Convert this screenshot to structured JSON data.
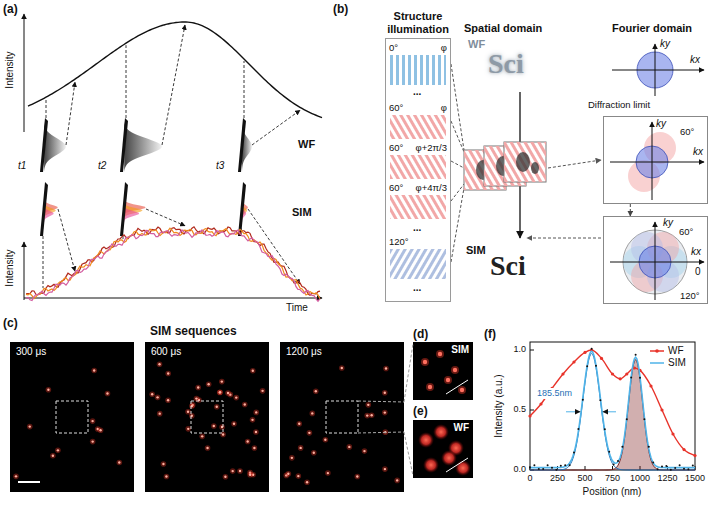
{
  "diagram": {
    "nodes": [
      {
        "text": [
          "Structure illumination"
        ]
      },
      {
        "text": [
          "0°",
          "φ"
        ],
        "in": 0
      },
      {
        "text": [
          "60°",
          "φ"
        ],
        "in": 0
      },
      {
        "text": [
          "60°",
          "φ+2π/3"
        ],
        "in": 0
      },
      {
        "text": [
          "60°",
          "φ+4π/3"
        ],
        "in": 0
      },
      {
        "text": [
          "120°"
        ],
        "in": 0
      },
      {
        "text": [
          "ky",
          "kx",
          "60°"
        ]
      },
      {
        "text": [
          "ky",
          "kx",
          "60°",
          "0",
          "120°"
        ]
      },
      {
        "text": [
          "300 μs"
        ]
      },
      {
        "text": [
          "600 μs"
        ]
      },
      {
        "text": [
          "1200 μs"
        ]
      },
      {
        "text": [
          "SIM"
        ]
      },
      {
        "text": [
          "WF"
        ]
      }
    ],
    "edges": [
      {
        "from": 6,
        "to": 7,
        "arrow": "to"
      },
      {
        "from": 10,
        "to": 11,
        "arrow": "none"
      },
      {
        "from": 10,
        "to": 12,
        "arrow": "none"
      }
    ],
    "labels": [
      "(a)",
      "Intensity",
      "WF",
      "t1",
      "t2",
      "t3",
      "SIM",
      "Intensity",
      "Time",
      "(b)",
      "Spatial domain",
      "Fourier domain",
      "WF",
      "Sci",
      "...",
      "...",
      "...",
      "ky",
      "kx",
      "Diffraction limit",
      "SIM",
      "Sci",
      "(c)",
      "SIM sequences",
      "(d)",
      "(e)",
      "(f)",
      "185.5nm",
      "Intensity (a.u.)",
      "Position (nm)",
      "0.0",
      "0.5",
      "1.0",
      "0",
      "250",
      "500",
      "750",
      "1000",
      "1250",
      "1500"
    ],
    "legend": [
      {
        "text": "WF"
      },
      {
        "text": "SIM"
      }
    ]
  }
}
